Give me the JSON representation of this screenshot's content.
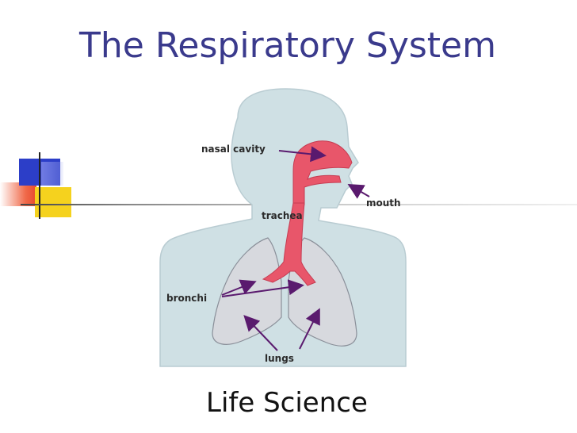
{
  "slide": {
    "title": "The Respiratory System",
    "subtitle": "Life Science"
  },
  "diagram": {
    "labels": {
      "nasal_cavity": "nasal cavity",
      "mouth": "mouth",
      "trachea": "trachea",
      "bronchi": "bronchi",
      "lungs": "lungs"
    },
    "colors": {
      "title": "#3a3a8c",
      "body_fill": "#cfe0e4",
      "body_outline": "#b9ccd2",
      "airway": "#e8566a",
      "lungs_fill": "#d7d9de",
      "arrows": "#5a1a6e"
    }
  }
}
